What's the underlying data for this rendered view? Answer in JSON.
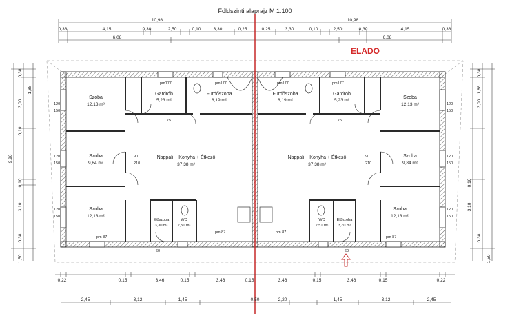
{
  "header": {
    "title": "Földszinti alaprajz   M 1:100",
    "sale_label": "ELADO"
  },
  "colors": {
    "wall": "#2a2a2a",
    "dim_line": "#444444",
    "sale_red": "#d42a2a",
    "divider_red": "#c62828"
  },
  "top_dims": {
    "total_left": "10,98",
    "total_right": "10,98",
    "row1_left": [
      "0,38",
      "4,15",
      "0,30",
      "2,50",
      "0,10",
      "3,30",
      "0,25"
    ],
    "row1_right": [
      "0,25",
      "3,30",
      "0,10",
      "2,50",
      "0,30",
      "4,15",
      "0,38"
    ],
    "row2_left": "6,08",
    "row2_right": "6,08"
  },
  "side_dims": {
    "left_total": "9,96",
    "left_segments": [
      "0,38",
      "1,88",
      "3,00",
      "0,10",
      "0,10",
      "3,10",
      "0,38"
    ],
    "right_segments": [
      "0,38",
      "1,88",
      "3,00",
      "0,10",
      "3,10",
      "0,38"
    ],
    "bottom_left": "1,50",
    "bottom_right": "1,50"
  },
  "bottom_dims": {
    "row1": [
      "0,22",
      "0,15",
      "3,46",
      "0,15",
      "3,46",
      "0,15",
      "3,46",
      "0,15",
      "3,46",
      "0,15",
      "0,22"
    ],
    "row2_left": [
      "2,45",
      "3,12",
      "1,45"
    ],
    "row2_right": [
      "2,20",
      "1,45",
      "3,12",
      "2,45"
    ],
    "center": "0,50"
  },
  "rooms_left": [
    {
      "name": "Szoba",
      "area": "12,13 m²"
    },
    {
      "name": "Gardrób",
      "area": "5,23 m²"
    },
    {
      "name": "Fürdőszoba",
      "area": "8,19 m²"
    },
    {
      "name": "Szoba",
      "area": "9,84 m²"
    },
    {
      "name": "Nappali + Konyha + Étkező",
      "area": "37,38 m²"
    },
    {
      "name": "Szoba",
      "area": "12,13 m²"
    },
    {
      "name": "Előszoba",
      "area": "3,30 m²"
    },
    {
      "name": "WC",
      "area": "2,51 m²"
    }
  ],
  "rooms_right": [
    {
      "name": "Fürdőszoba",
      "area": "8,19 m²"
    },
    {
      "name": "Gardrób",
      "area": "5,23 m²"
    },
    {
      "name": "Szoba",
      "area": "12,13 m²"
    },
    {
      "name": "Nappali + Konyha + Étkező",
      "area": "37,38 m²"
    },
    {
      "name": "Szoba",
      "area": "9,84 m²"
    },
    {
      "name": "WC",
      "area": "2,51 m²"
    },
    {
      "name": "Előszoba",
      "area": "3,30 m²"
    },
    {
      "name": "Szoba",
      "area": "12,13 m²"
    }
  ],
  "annotations": {
    "pm177": "pm177",
    "pm87": "pm 87",
    "d120": "120",
    "d150": "150",
    "d90": "90",
    "d210": "210",
    "d75": "75",
    "d60": "60"
  }
}
